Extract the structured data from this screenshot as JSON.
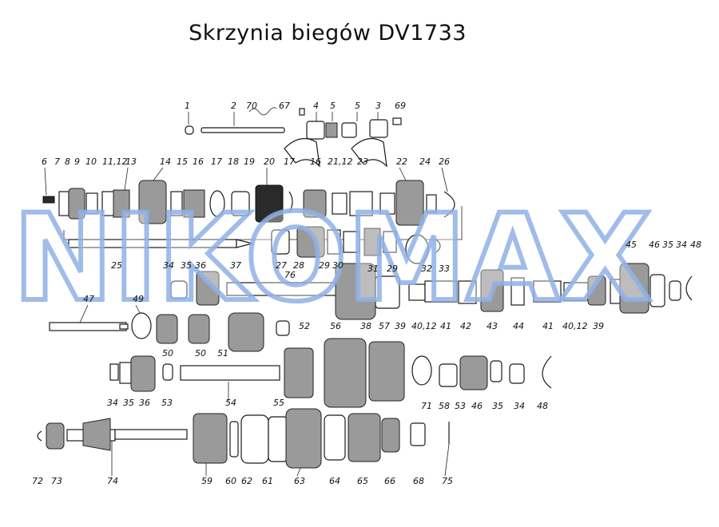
{
  "title": "Skrzynia biegów DV1733",
  "watermark": "NIKOMAX",
  "accent_color": "#8fb0e6",
  "labels": {
    "l1": "1",
    "l2": "2",
    "l70": "70",
    "l67": "67",
    "l4": "4",
    "l5a": "5",
    "l5b": "5",
    "l3": "3",
    "l69": "69",
    "l6": "6",
    "l7": "7",
    "l8": "8",
    "l9": "9",
    "l10": "10",
    "l1112a": "11,12",
    "l13": "13",
    "l14": "14",
    "l15": "15",
    "l16a": "16",
    "l17a": "17",
    "l18": "18",
    "l19": "19",
    "l20": "20",
    "l17b": "17",
    "l16b": "16",
    "l2112": "21,12",
    "l23": "23",
    "l22": "22",
    "l24": "24",
    "l26": "26",
    "l25": "25",
    "l34a": "34",
    "l35a": "35",
    "l36a": "36",
    "l37": "37",
    "l27": "27",
    "l28": "28",
    "l76": "76",
    "l29": "29",
    "l30": "30",
    "l31": "31",
    "l29b": "29",
    "l32": "32",
    "l33": "33",
    "l45": "45",
    "l46a": "46",
    "l35b": "35",
    "l34b": "34",
    "l48a": "48",
    "l47": "47",
    "l49": "49",
    "l38": "38",
    "l57": "57",
    "l39a": "39",
    "l4012a": "40,12",
    "l41a": "41",
    "l42": "42",
    "l43": "43",
    "l44": "44",
    "l41b": "41",
    "l4012b": "40,12",
    "l39b": "39",
    "l50a": "50",
    "l50b": "50",
    "l51": "51",
    "l52": "52",
    "l56": "56",
    "l34c": "34",
    "l35c": "35",
    "l36c": "36",
    "l53a": "53",
    "l54": "54",
    "l55": "55",
    "l71": "71",
    "l58": "58",
    "l53b": "53",
    "l46b": "46",
    "l35d": "35",
    "l34d": "34",
    "l48b": "48",
    "l72": "72",
    "l73": "73",
    "l74": "74",
    "l59": "59",
    "l60": "60",
    "l62": "62",
    "l61": "61",
    "l63": "63",
    "l64": "64",
    "l65": "65",
    "l66": "66",
    "l68": "68",
    "l75": "75"
  }
}
